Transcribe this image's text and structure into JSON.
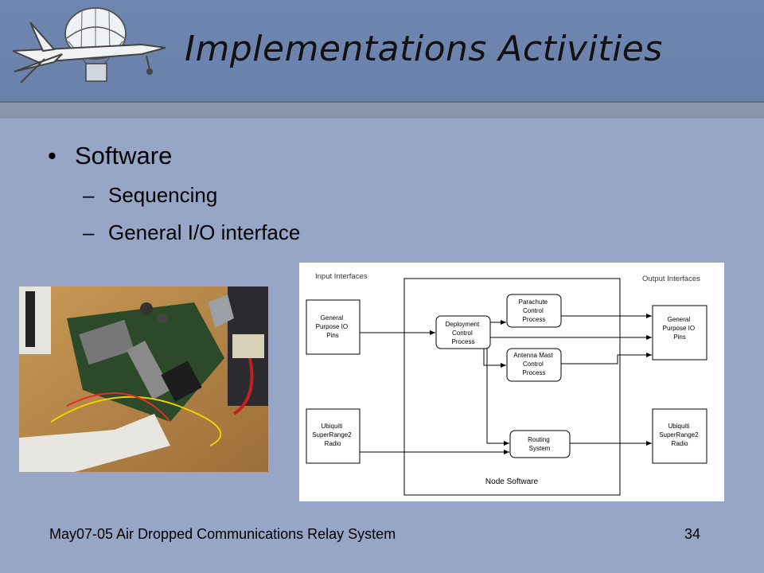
{
  "slide": {
    "title": "Implementations Activities",
    "bullet": "Software",
    "subitems": [
      "Sequencing",
      "General I/O interface"
    ],
    "footer": "May07-05 Air Dropped Communications Relay System",
    "page_number": "34"
  },
  "diagram": {
    "input_heading": "Input Interfaces",
    "output_heading": "Output Interfaces",
    "container_label": "Node Software",
    "inputs": [
      {
        "id": "in-gpio",
        "lines": [
          "General",
          "Purpose IO",
          "Pins"
        ]
      },
      {
        "id": "in-radio",
        "lines": [
          "Ubiquiti",
          "SuperRange2",
          "Radio"
        ]
      }
    ],
    "outputs": [
      {
        "id": "out-gpio",
        "lines": [
          "General",
          "Purpose IO",
          "Pins"
        ]
      },
      {
        "id": "out-radio",
        "lines": [
          "Ubiquiti",
          "SuperRange2",
          "Radio"
        ]
      }
    ],
    "processes": [
      {
        "id": "deployment",
        "lines": [
          "Deployment",
          "Control",
          "Process"
        ]
      },
      {
        "id": "parachute",
        "lines": [
          "Parachute",
          "Control",
          "Process"
        ]
      },
      {
        "id": "antenna",
        "lines": [
          "Antenna Mast",
          "Control",
          "Process"
        ]
      },
      {
        "id": "routing",
        "lines": [
          "Routing",
          "System"
        ]
      }
    ]
  }
}
